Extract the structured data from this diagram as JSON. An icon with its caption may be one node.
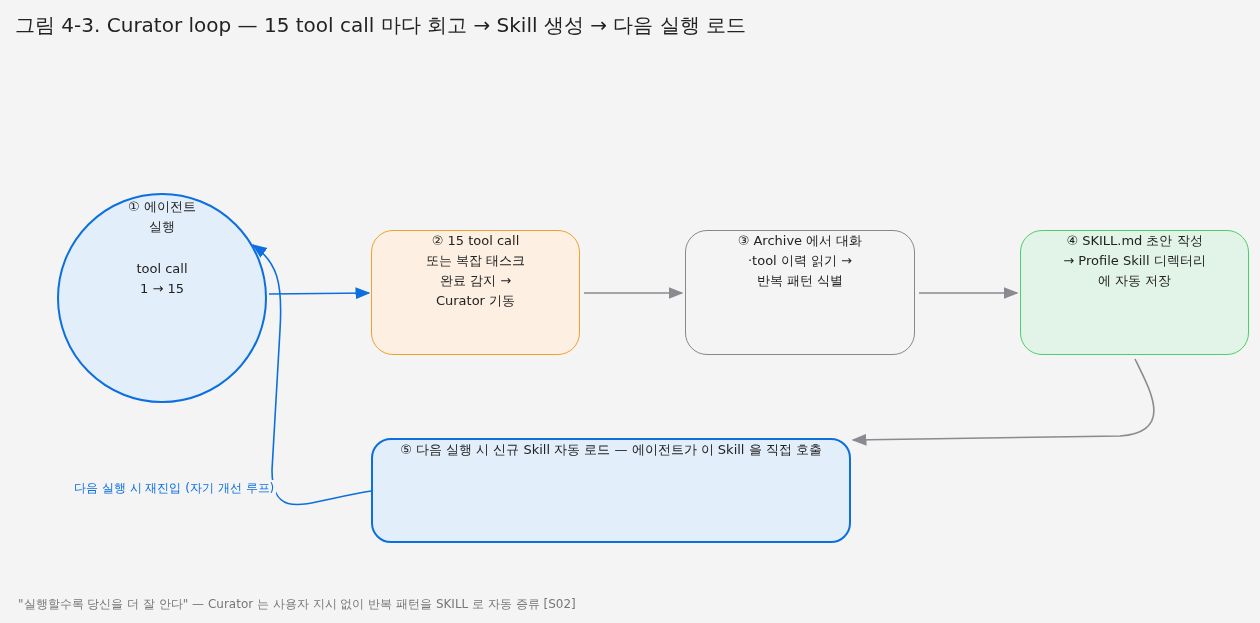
{
  "diagram": {
    "title": "그림 4-3. Curator loop — 15 tool call 마다 회고 → Skill 생성 → 다음 실행 로드",
    "caption": "\"실행할수록 당신을 더 잘 안다\" — Curator 는 사용자 지시 없이 반복 패턴을 SKILL 로 자동 증류 [S02]",
    "nodes": [
      {
        "text": [
          "① 에이전트 실행",
          "tool call 1 → 15"
        ]
      },
      {
        "text": [
          "② 15 tool call 또는 복잡 태스크 완료 감지 → Curator 기동"
        ]
      },
      {
        "text": [
          "③ Archive 에서 대화·tool 이력 읽기 → 반복 패턴 식별"
        ]
      },
      {
        "text": [
          "④ SKILL.md 초안 작성 → Profile Skill 디렉터리 에 자동 저장"
        ]
      },
      {
        "text": [
          "⑤ 다음 실행 시 신규 Skill 자동 로드 — 에이전트가 이 Skill 을 직접 호출"
        ]
      }
    ],
    "edges": [
      {
        "from": 0,
        "to": 1,
        "arrow": "to",
        "color": "#0b6fe0"
      },
      {
        "from": 1,
        "to": 2,
        "arrow": "to"
      },
      {
        "from": 2,
        "to": 3,
        "arrow": "to"
      },
      {
        "from": 3,
        "to": 4,
        "arrow": "to"
      },
      {
        "from": 4,
        "to": 0,
        "arrow": "to",
        "label": "다음 실행 시 재진입 (자기 개선 루프)",
        "color": "#0b6fe0"
      }
    ]
  }
}
